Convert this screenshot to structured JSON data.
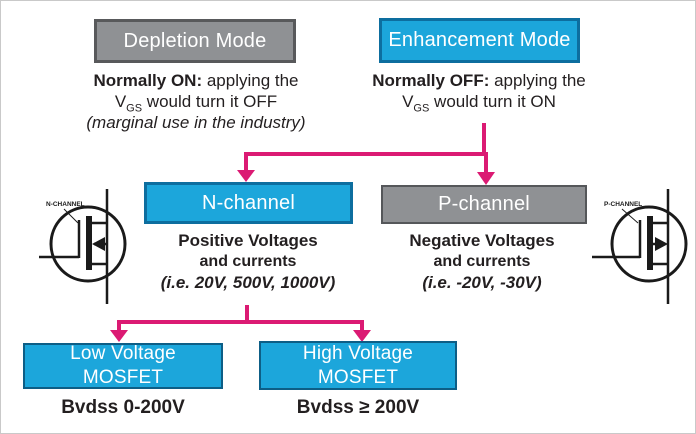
{
  "colors": {
    "cyan_fill": "#1CA6DB",
    "cyan_border": "#0D6E9F",
    "gray_fill": "#8F9194",
    "gray_border": "#58595B",
    "arrow_magenta": "#DB1A73",
    "box_text": "#FFFFFF",
    "body_text": "#231F20"
  },
  "top_row": {
    "depletion": {
      "box_label": "Depletion Mode",
      "desc_bold": "Normally ON:",
      "desc_rest": " applying the",
      "volt_prefix": "V",
      "volt_sub": "GS",
      "volt_rest": " would turn it OFF",
      "note": "(marginal use in the industry)"
    },
    "enhancement": {
      "box_label": "Enhancement Mode",
      "desc_bold": "Normally OFF:",
      "desc_rest": " applying the",
      "volt_prefix": "V",
      "volt_sub": "GS",
      "volt_rest": " would turn it ON"
    }
  },
  "middle_row": {
    "n_channel": {
      "box_label": "N-channel",
      "desc_line1": "Positive Voltages",
      "desc_line2": "and currents",
      "desc_line3": "(i.e. 20V, 500V, 1000V)",
      "symbol_label": "N-CHANNEL"
    },
    "p_channel": {
      "box_label": "P-channel",
      "desc_line1": "Negative Voltages",
      "desc_line2": "and currents",
      "desc_line3": "(i.e. -20V, -30V)",
      "symbol_label": "P-CHANNEL"
    }
  },
  "bottom_row": {
    "low_voltage": {
      "box_label_line1": "Low Voltage",
      "box_label_line2": "MOSFET",
      "caption": "Bvdss 0-200V"
    },
    "high_voltage": {
      "box_label_line1": "High Voltage",
      "box_label_line2": "MOSFET",
      "caption": "Bvdss ≥ 200V"
    }
  }
}
